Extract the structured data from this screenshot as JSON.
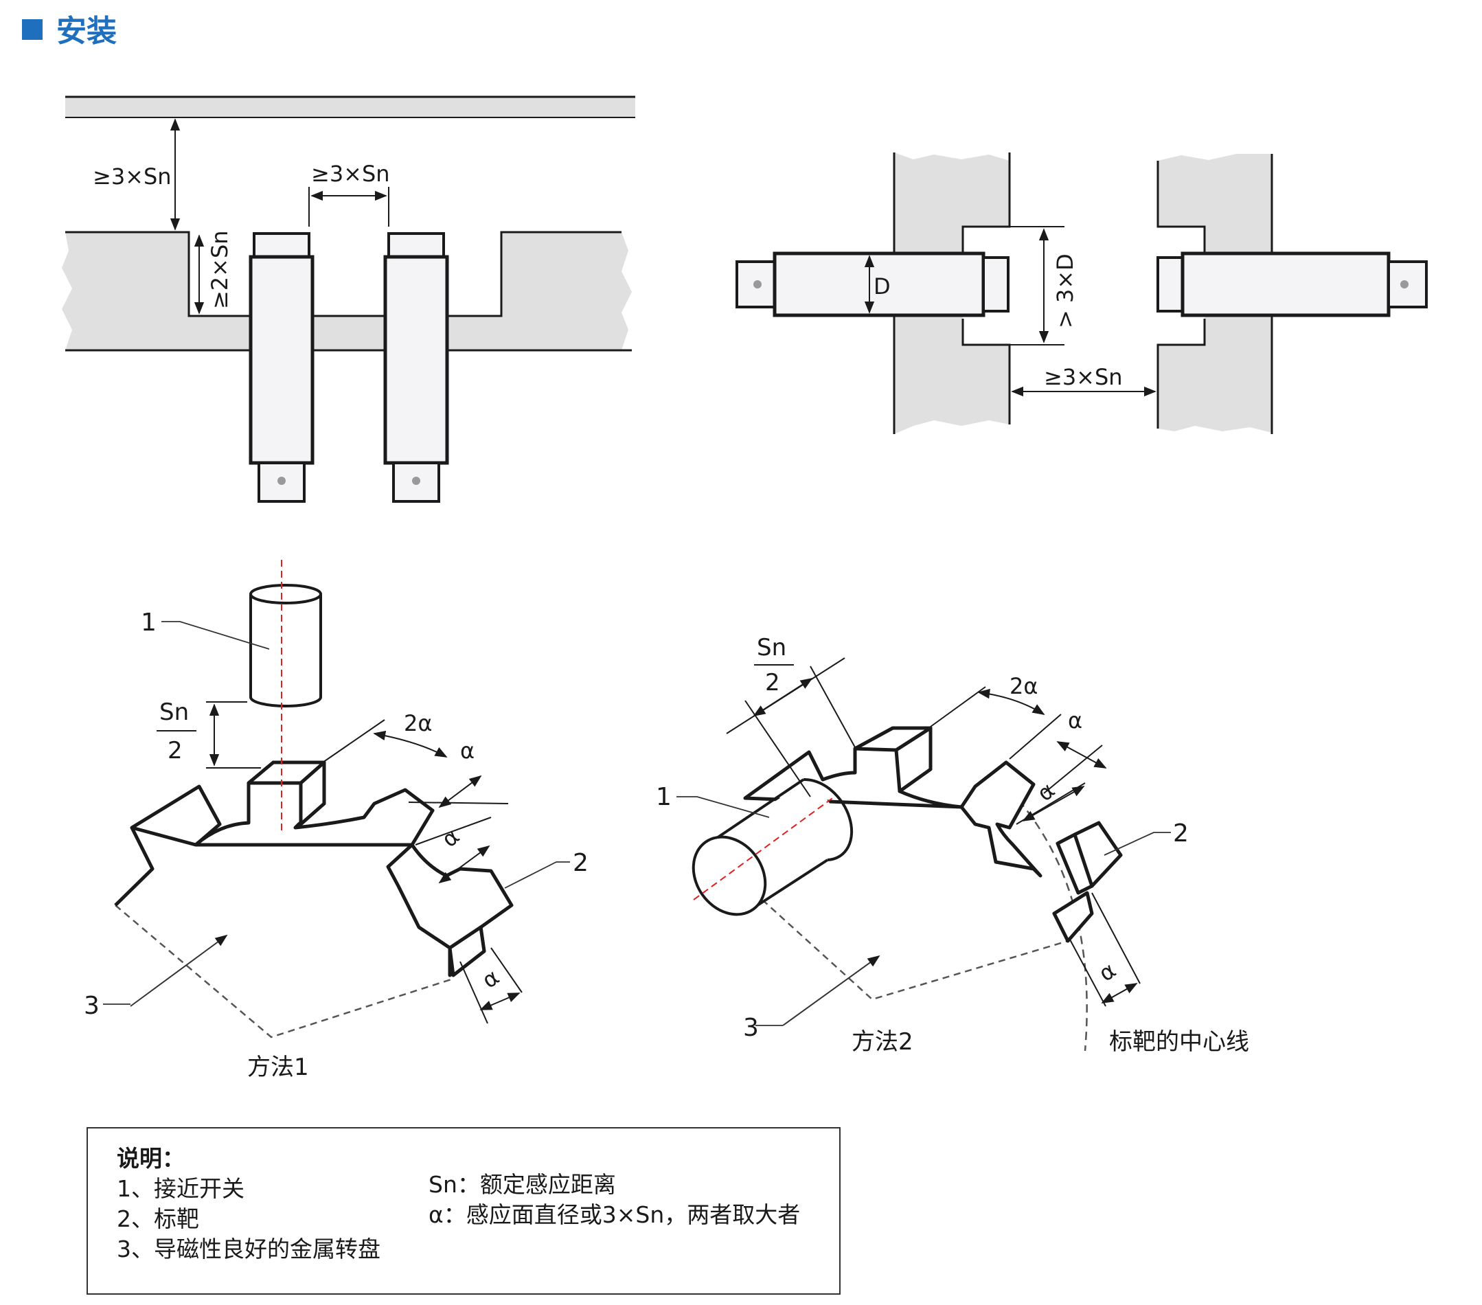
{
  "section": {
    "title": "安装",
    "accent": "#1f6fbf"
  },
  "top_left": {
    "gap_to_surface": "≥3×Sn",
    "gap_between": "≥3×Sn",
    "recess_depth": "≥2×Sn"
  },
  "top_right": {
    "diameter": "D",
    "flange_clearance": "> 3×D",
    "gap_between": "≥3×Sn"
  },
  "method1": {
    "caption": "方法1",
    "label_1": "1",
    "label_2": "2",
    "label_3": "3",
    "distance_num": "Sn",
    "distance_den": "2",
    "angle_2a": "2α",
    "angle_a": "α"
  },
  "method2": {
    "caption": "方法2",
    "label_1": "1",
    "label_2": "2",
    "label_3": "3",
    "distance_num": "Sn",
    "distance_den": "2",
    "angle_2a": "2α",
    "angle_a": "α",
    "centerline": "标靶的中心线"
  },
  "legend": {
    "heading": "说明：",
    "items": [
      "1、接近开关",
      "2、标靶",
      "3、导磁性良好的金属转盘"
    ],
    "notes": [
      "Sn：额定感应距离",
      "α：感应面直径或3×Sn，两者取大者"
    ]
  },
  "colors": {
    "surface": "#e0e0e0",
    "line": "#1a1a1a",
    "centerline": "#e02020",
    "body": "#f4f4f6"
  }
}
